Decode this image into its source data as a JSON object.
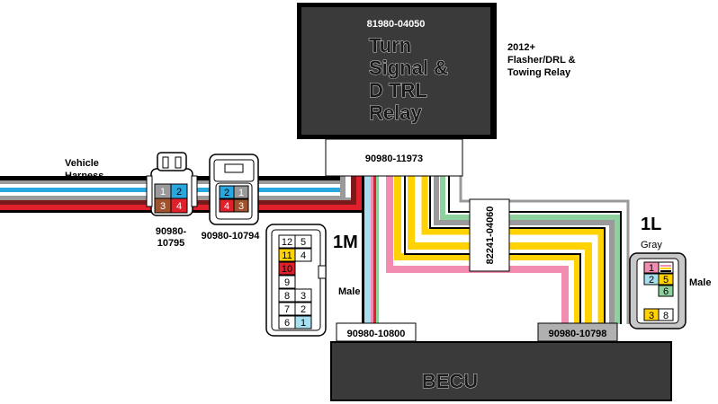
{
  "relay": {
    "part_number": "81980-04050",
    "title_lines": [
      "Turn",
      "Signal &",
      "D TRL",
      "Relay"
    ],
    "connector_part": "90980-11973"
  },
  "note": {
    "lines": [
      "2012+",
      "Flasher/DRL &",
      "Towing Relay"
    ]
  },
  "vehicle_harness": {
    "lines": [
      "Vehicle",
      "Harness"
    ]
  },
  "connector_10795": {
    "part_lines": [
      "90980-",
      "10795"
    ],
    "pins": [
      "1",
      "2",
      "3",
      "4"
    ]
  },
  "connector_10794": {
    "part": "90980-10794",
    "pins": [
      "2",
      "1",
      "4",
      "3"
    ]
  },
  "wire_harness_tag": "82241-04060",
  "connector_1m": {
    "label": "1M",
    "gender": "Male",
    "part": "90980-10800",
    "pins": [
      "12",
      "5",
      "11",
      "4",
      "10",
      "9",
      "8",
      "3",
      "7",
      "2",
      "6",
      "1"
    ]
  },
  "connector_1l": {
    "label": "1L",
    "color_name": "Gray",
    "gender": "Male",
    "part": "90980-10798",
    "pins": [
      "1",
      "2",
      "5",
      "6",
      "3",
      "8"
    ]
  },
  "becu": {
    "label": "BECU"
  },
  "colors": {
    "gray": "#9a9a9a",
    "blue": "#29a8e0",
    "red": "#e0202a",
    "yellow": "#ffd200",
    "green": "#8fd19e",
    "pink": "#f28cb1",
    "lightblue": "#a8dff0",
    "black": "#000000",
    "dark_box": "#3a3a3a",
    "brown": "#a0522d"
  }
}
